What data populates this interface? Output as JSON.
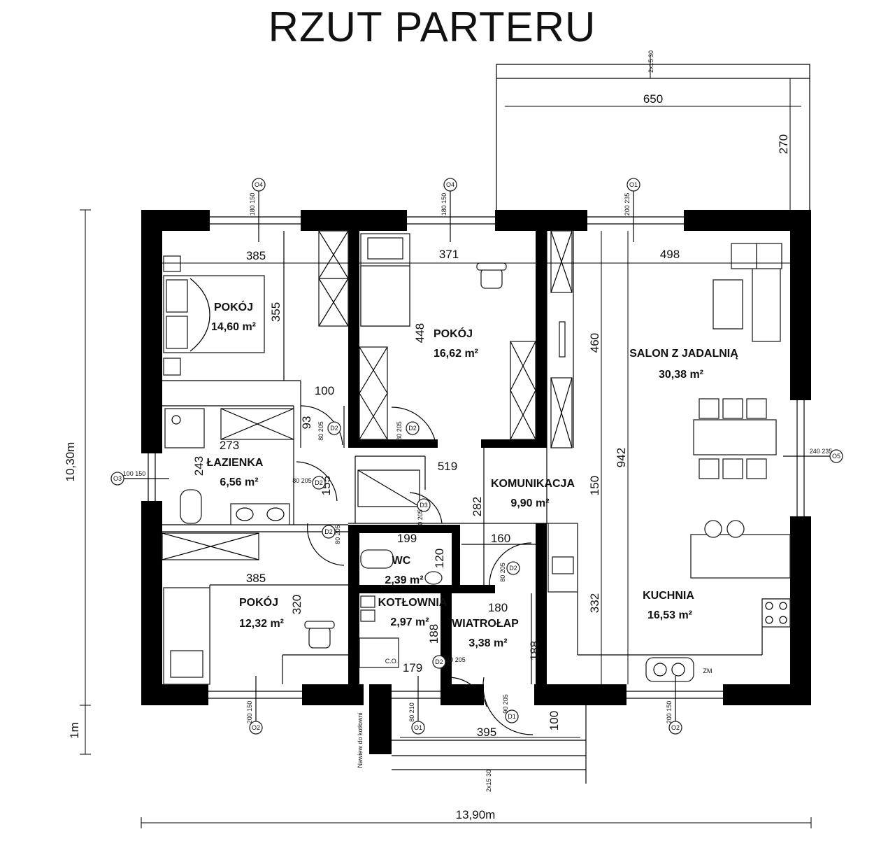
{
  "title": "RZUT PARTERU",
  "rooms": [
    {
      "name": "POKÓJ",
      "area": "14,60 m²"
    },
    {
      "name": "POKÓJ",
      "area": "16,62 m²"
    },
    {
      "name": "SALON Z JADALNIĄ",
      "area": "30,38 m²"
    },
    {
      "name": "ŁAZIENKA",
      "area": "6,56 m²"
    },
    {
      "name": "KOMUNIKACJA",
      "area": "9,90 m²"
    },
    {
      "name": "WC",
      "area": "2,39 m²"
    },
    {
      "name": "POKÓJ",
      "area": "12,32 m²"
    },
    {
      "name": "KOTŁOWNIA",
      "area": "2,97 m²"
    },
    {
      "name": "WIATROŁAP",
      "area": "3,38 m²"
    },
    {
      "name": "KUCHNIA",
      "area": "16,53 m²"
    }
  ],
  "dimensions": {
    "terrace_width": "650",
    "terrace_depth": "270",
    "room1_width": "385",
    "room1_depth": "355",
    "room2_width": "371",
    "room2_depth": "448",
    "salon_width": "498",
    "salon_depth": "460",
    "salon_total": "942",
    "corridor_150": "150",
    "kitchen_depth": "332",
    "closet_width": "100",
    "closet_93": "93",
    "bath_width": "273",
    "bath_depth": "243",
    "hall_width": "519",
    "hall_155": "155",
    "hall_282": "282",
    "wc_width": "199",
    "wc_depth": "120",
    "hall_160": "160",
    "room3_width": "385",
    "room3_depth": "320",
    "boiler_width": "179",
    "boiler_depth": "188",
    "vest_width": "180",
    "vest_depth": "188",
    "porch_width": "395",
    "porch_depth": "100",
    "overall_width": "13,90m",
    "overall_height": "10,30m",
    "dim_1m": "1m"
  },
  "labels": {
    "cc": "C.O.",
    "zm": "ZM",
    "stair_note": "Nawiew do kotłowni",
    "step_top": "2x15 30",
    "step_bottom": "2x15 30"
  },
  "windows": [
    {
      "code": "O4",
      "size": "180 150"
    },
    {
      "code": "O4",
      "size": "180 150"
    },
    {
      "code": "O1",
      "size": "200 235"
    },
    {
      "code": "O5",
      "size": "240 235"
    },
    {
      "code": "O3",
      "size": "100 150"
    },
    {
      "code": "O2",
      "size": "200 150"
    },
    {
      "code": "O1",
      "size": "80 210"
    },
    {
      "code": "O2",
      "size": "200 150"
    }
  ],
  "doors": [
    {
      "code": "D2",
      "size": "80 205"
    },
    {
      "code": "D2",
      "size": "80 205"
    },
    {
      "code": "D2",
      "size": "80 205"
    },
    {
      "code": "D3",
      "size": "70 205"
    },
    {
      "code": "D2",
      "size": "80 205"
    },
    {
      "code": "D2",
      "size": "80 205"
    },
    {
      "code": "D2",
      "size": "80 205"
    },
    {
      "code": "D1",
      "size": "90 205"
    }
  ]
}
